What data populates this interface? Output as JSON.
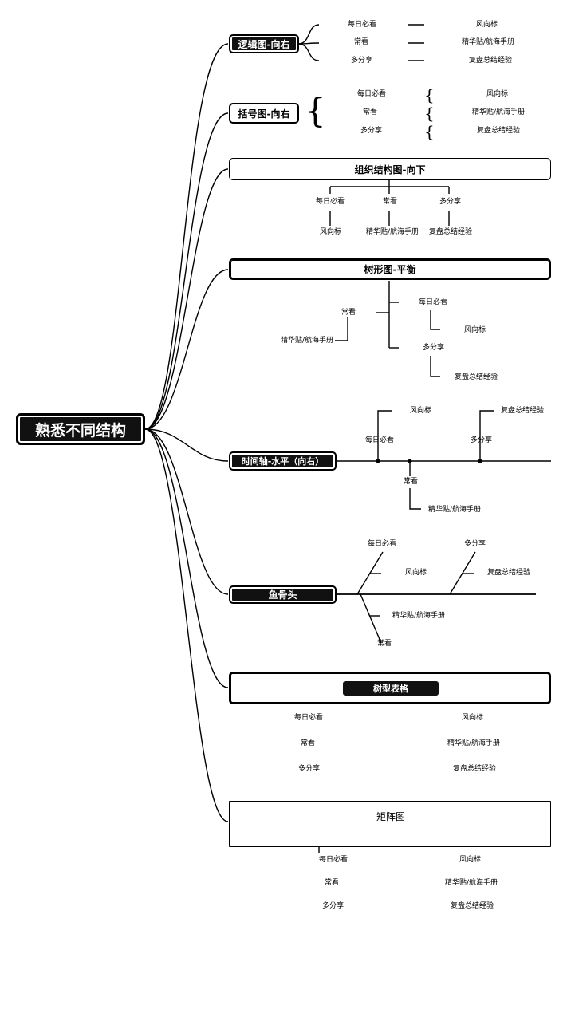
{
  "root": "熟悉不同结构",
  "logic_right": {
    "title": "逻辑图-向右",
    "rows": [
      {
        "left": "每日必看",
        "right": "风向标"
      },
      {
        "left": "常看",
        "right": "精华贴/航海手册"
      },
      {
        "left": "多分享",
        "right": "复盘总结经验"
      }
    ]
  },
  "bracket_right": {
    "title": "括号图-向右",
    "rows": [
      {
        "left": "每日必看",
        "right": "风向标"
      },
      {
        "left": "常看",
        "right": "精华贴/航海手册"
      },
      {
        "left": "多分享",
        "right": "复盘总结经验"
      }
    ]
  },
  "org_down": {
    "title": "组织结构图-向下",
    "top": [
      "每日必看",
      "常看",
      "多分享"
    ],
    "bottom": [
      "风向标",
      "精华贴/航海手册",
      "复盘总结经验"
    ]
  },
  "tree_balanced": {
    "title": "树形图-平衡",
    "left_parent": "常看",
    "left_child": "精华贴/航海手册",
    "r1_parent": "每日必看",
    "r1_child": "风向标",
    "r2_parent": "多分享",
    "r2_child": "复盘总结经验"
  },
  "timeline": {
    "title": "时间轴-水平（向右）",
    "up1_parent": "每日必看",
    "up1_child": "风向标",
    "up2_parent": "多分享",
    "up2_child": "复盘总结经验",
    "down_parent": "常看",
    "down_child": "精华贴/航海手册"
  },
  "fishbone": {
    "title": "鱼骨头",
    "up1": "每日必看",
    "up1_child": "风向标",
    "up2": "多分享",
    "up2_child": "复盘总结经验",
    "down_child": "精华贴/航海手册",
    "down": "常看"
  },
  "table": {
    "title": "树型表格",
    "rows": [
      {
        "left": "每日必看",
        "right": "风向标"
      },
      {
        "left": "常看",
        "right": "精华贴/航海手册"
      },
      {
        "left": "多分享",
        "right": "复盘总结经验"
      }
    ]
  },
  "matrix": {
    "title": "矩阵图",
    "rows": [
      {
        "left": "每日必看",
        "right": "风向标"
      },
      {
        "left": "常看",
        "right": "精华贴/航海手册"
      },
      {
        "left": "多分享",
        "right": "复盘总结经验"
      }
    ]
  }
}
